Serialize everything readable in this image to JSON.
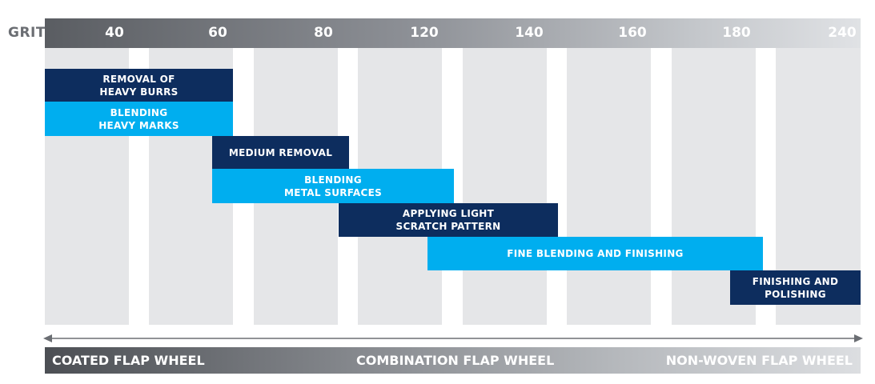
{
  "grit_header": {
    "label": "GRIT",
    "values": [
      "40",
      "60",
      "80",
      "120",
      "140",
      "160",
      "180",
      "240"
    ]
  },
  "applications": [
    {
      "text": "REMOVAL OF\nHEAVY BURRS",
      "style": "dark"
    },
    {
      "text": "BLENDING\nHEAVY MARKS",
      "style": "light"
    },
    {
      "text": "MEDIUM REMOVAL",
      "style": "dark"
    },
    {
      "text": "BLENDING\nMETAL SURFACES",
      "style": "light"
    },
    {
      "text": "APPLYING LIGHT\nSCRATCH PATTERN",
      "style": "dark"
    },
    {
      "text": "FINE BLENDING AND FINISHING",
      "style": "light"
    },
    {
      "text": "FINISHING AND\nPOLISHING",
      "style": "dark"
    }
  ],
  "wheel_types": {
    "left": "COATED FLAP WHEEL",
    "center": "COMBINATION FLAP WHEEL",
    "right": "NON-WOVEN FLAP WHEEL"
  },
  "colors": {
    "dark_bar": "#0d2d5e",
    "light_bar": "#00aeef",
    "column": "#e5e6e8",
    "header_dark": "#5a5d62",
    "header_light": "#e0e2e5"
  }
}
